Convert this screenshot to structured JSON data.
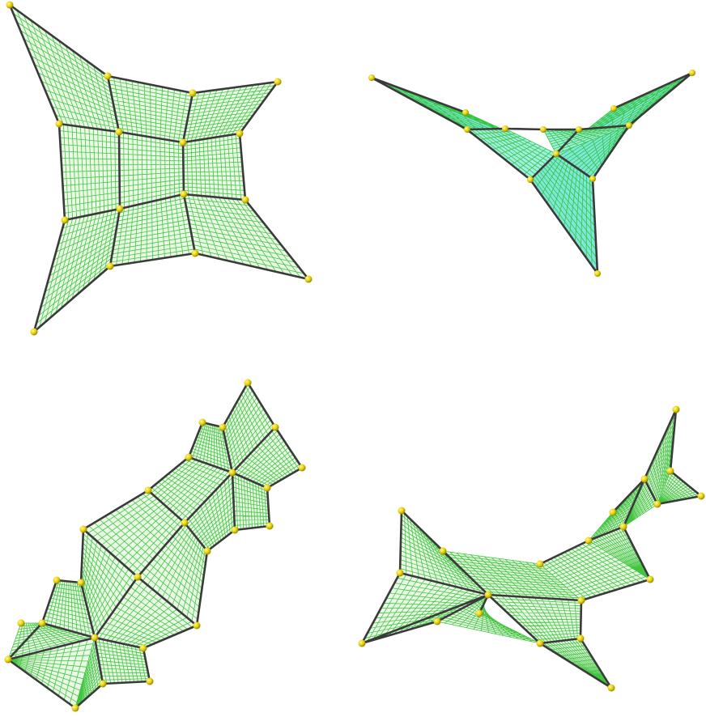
{
  "colors": {
    "background": "#ffffff",
    "mesh_line": "#2fbf2f",
    "mesh_fill": "#eaf9e6",
    "cyan_fill": "#7ee8d8",
    "edge": "#3a3a3a",
    "vertex": "#e6d000",
    "vertex_highlight": "#fff7a0"
  },
  "panels": [
    {
      "name": "top-left-quad-mesh"
    },
    {
      "name": "top-right-tripod-mesh"
    },
    {
      "name": "bottom-left-pentagon-mesh"
    },
    {
      "name": "bottom-right-3d-mesh"
    }
  ]
}
